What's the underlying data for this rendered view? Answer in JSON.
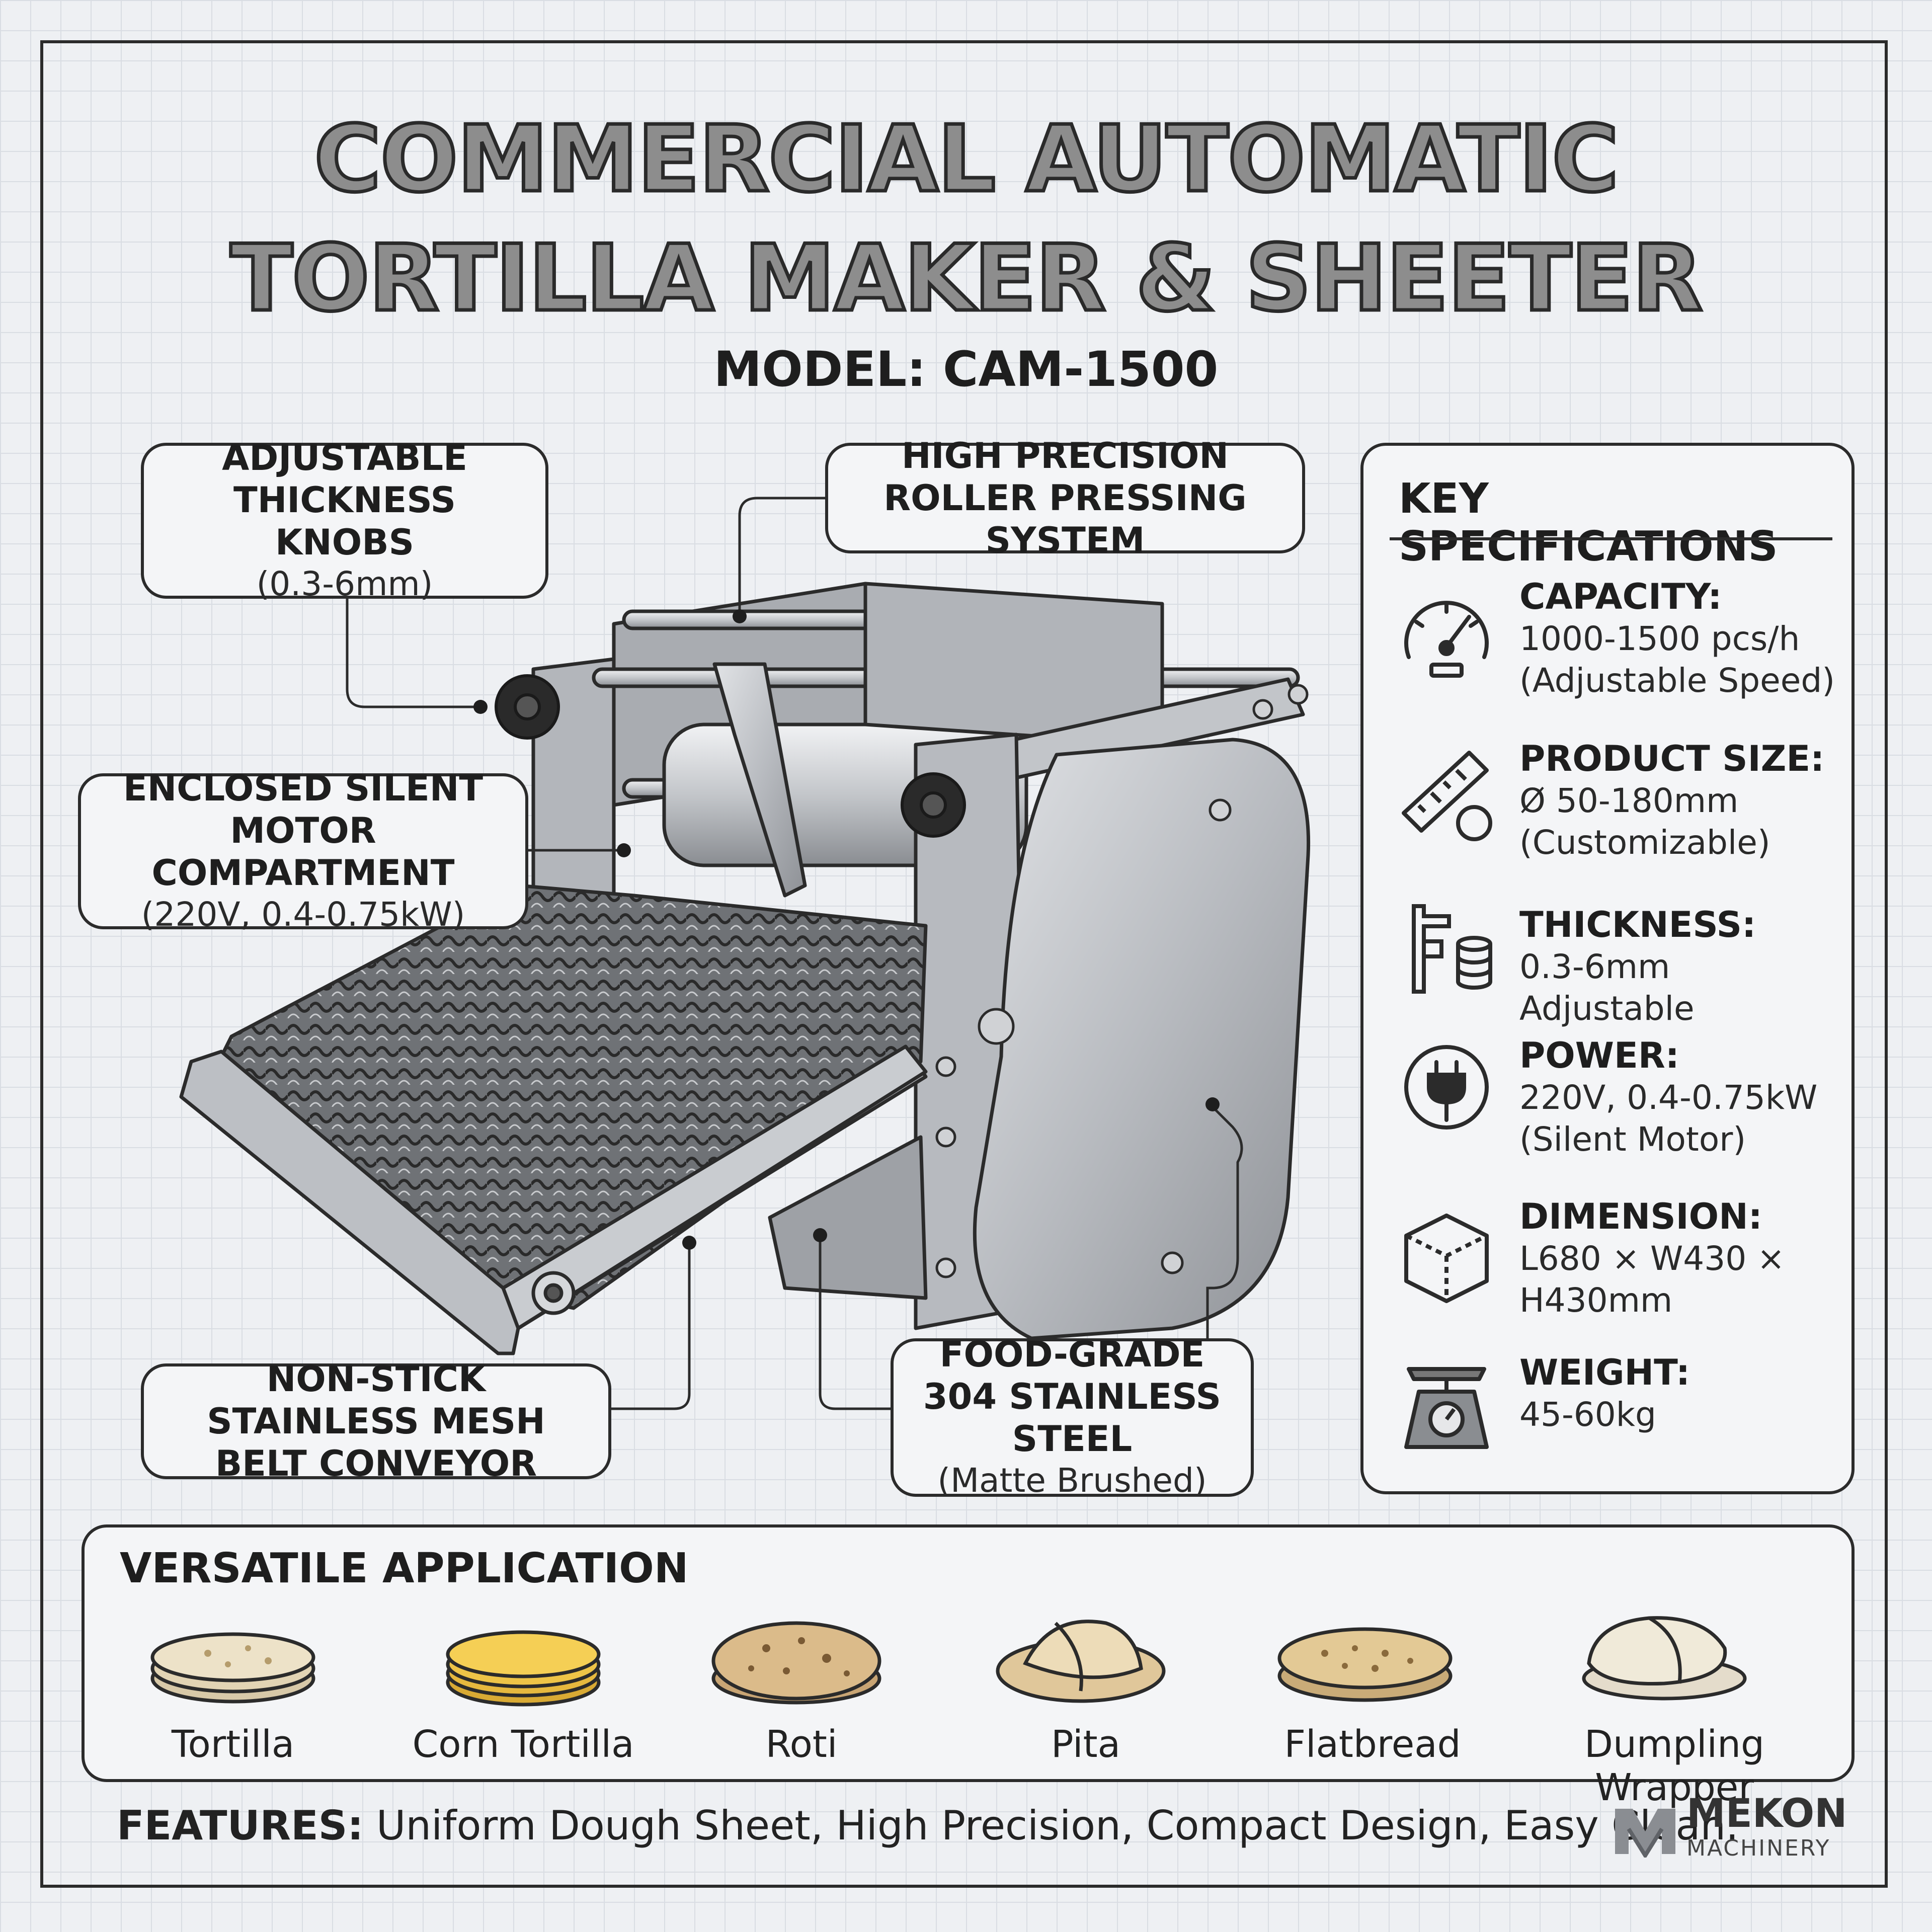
{
  "title_line1": "COMMERCIAL AUTOMATIC",
  "title_line2": "TORTILLA MAKER & SHEETER",
  "model": "MODEL: CAM-1500",
  "callouts": {
    "knobs": {
      "title": "ADJUSTABLE THICKNESS KNOBS",
      "sub": "(0.3-6mm)"
    },
    "roller": {
      "title": "HIGH PRECISION ROLLER PRESSING SYSTEM"
    },
    "motor": {
      "title": "ENCLOSED SILENT MOTOR COMPARTMENT",
      "sub": "(220V, 0.4-0.75kW)"
    },
    "belt": {
      "title": "NON-STICK STAINLESS MESH BELT CONVEYOR"
    },
    "steel": {
      "title": "FOOD-GRADE 304 STAINLESS STEEL",
      "sub": "(Matte Brushed)"
    }
  },
  "specs": {
    "heading": "KEY SPECIFICATIONS",
    "items": [
      {
        "label": "CAPACITY:",
        "line1": "1000-1500 pcs/h",
        "line2": "(Adjustable Speed)",
        "icon": "gauge-icon"
      },
      {
        "label": "PRODUCT SIZE:",
        "line1": "Ø 50-180mm",
        "line2": "(Customizable)",
        "icon": "ruler-icon"
      },
      {
        "label": "THICKNESS:",
        "line1": "0.3-6mm Adjustable",
        "line2": "",
        "icon": "caliper-icon"
      },
      {
        "label": "POWER:",
        "line1": "220V, 0.4-0.75kW",
        "line2": "(Silent Motor)",
        "icon": "plug-icon"
      },
      {
        "label": "DIMENSION:",
        "line1": "L680 × W430 ×",
        "line2": "H430mm",
        "icon": "cube-icon"
      },
      {
        "label": "WEIGHT:",
        "line1": "45-60kg",
        "line2": "",
        "icon": "scale-icon"
      }
    ]
  },
  "applications": {
    "heading": "VERSATILE APPLICATION",
    "items": [
      "Tortilla",
      "Corn Tortilla",
      "Roti",
      "Pita",
      "Flatbread",
      "Dumpling Wrapper"
    ]
  },
  "features": {
    "label": "FEATURES:",
    "text": " Uniform Dough Sheet, High Precision, Compact Design, Easy Clean."
  },
  "logo": {
    "main": "MEKON",
    "sub": "MACHINERY"
  },
  "colors": {
    "ink": "#2b2b2b",
    "steel": "#b9bcc1",
    "corn": "#f2c84b",
    "dough": "#e9dcc0"
  }
}
